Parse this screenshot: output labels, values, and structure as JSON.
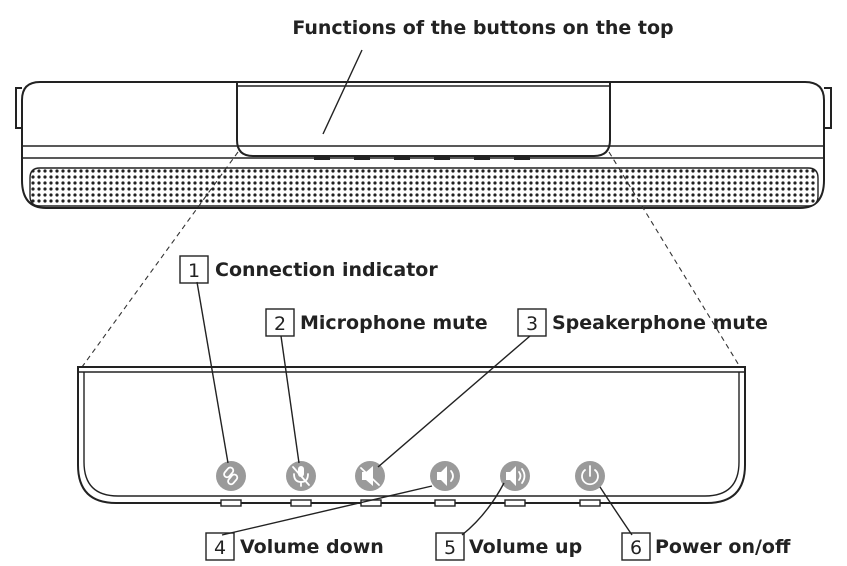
{
  "title": "Functions of the buttons on the top",
  "callouts": [
    {
      "number": "1",
      "label": "Connection indicator",
      "icon": "link-icon"
    },
    {
      "number": "2",
      "label": "Microphone mute",
      "icon": "microphone-mute-icon"
    },
    {
      "number": "3",
      "label": "Speakerphone mute",
      "icon": "speaker-mute-icon"
    },
    {
      "number": "4",
      "label": "Volume down",
      "icon": "volume-down-icon"
    },
    {
      "number": "5",
      "label": "Volume up",
      "icon": "volume-up-icon"
    },
    {
      "number": "6",
      "label": "Power on/off",
      "icon": "power-icon"
    }
  ]
}
